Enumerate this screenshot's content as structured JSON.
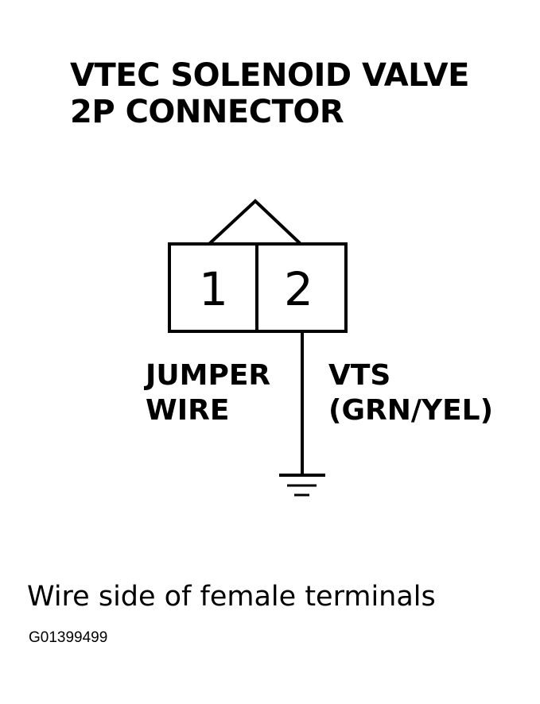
{
  "title": {
    "line1": "VTEC SOLENOID VALVE",
    "line2": "2P CONNECTOR"
  },
  "connector": {
    "pins": [
      "1",
      "2"
    ]
  },
  "labels": {
    "left_line1": "JUMPER",
    "left_line2": "WIRE",
    "right_line1": "VTS",
    "right_line2": "(GRN/YEL)"
  },
  "caption": "Wire side of female terminals",
  "figure_id": "G01399499",
  "colors": {
    "ink": "#000000",
    "background": "#ffffff"
  },
  "icons": {
    "ground": "ground-symbol-icon"
  }
}
